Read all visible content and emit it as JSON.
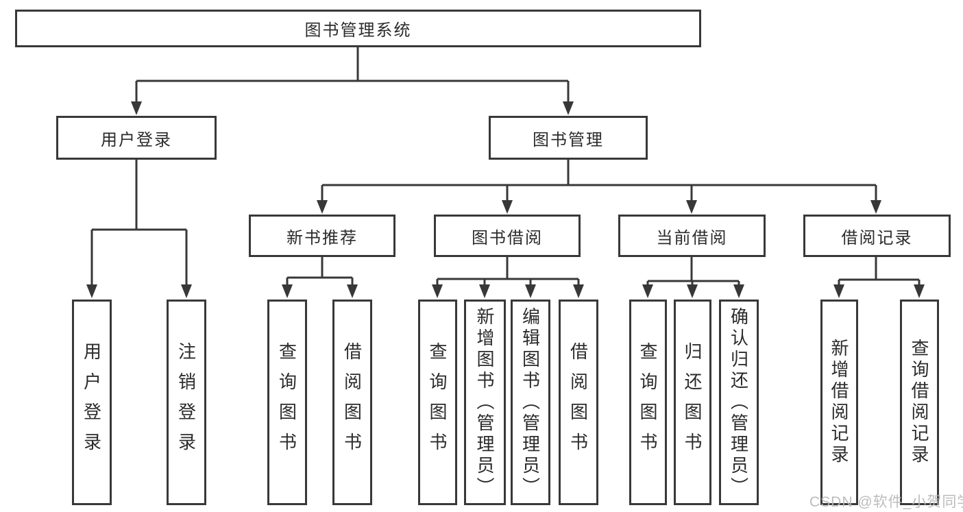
{
  "watermark": "CSDN @软件_小贺同学",
  "colors": {
    "line": "#383838",
    "border": "#383838",
    "text": "#2b2b2b",
    "background": "#ffffff",
    "watermark": "#b8b8b8"
  },
  "tree": {
    "label": "图书管理系统",
    "children": [
      {
        "label": "用户登录",
        "children": [
          {
            "label": "用户登录"
          },
          {
            "label": "注销登录"
          }
        ]
      },
      {
        "label": "图书管理",
        "children": [
          {
            "label": "新书推荐",
            "children": [
              {
                "label": "查询图书"
              },
              {
                "label": "借阅图书"
              }
            ]
          },
          {
            "label": "图书借阅",
            "children": [
              {
                "label": "查询图书"
              },
              {
                "label": "新增图书（管理员）"
              },
              {
                "label": "编辑图书（管理员）"
              },
              {
                "label": "借阅图书"
              }
            ]
          },
          {
            "label": "当前借阅",
            "children": [
              {
                "label": "查询图书"
              },
              {
                "label": "归还图书"
              },
              {
                "label": "确认归还（管理员）"
              }
            ]
          },
          {
            "label": "借阅记录",
            "children": [
              {
                "label": "新增借阅记录"
              },
              {
                "label": "查询借阅记录"
              }
            ]
          }
        ]
      }
    ]
  }
}
